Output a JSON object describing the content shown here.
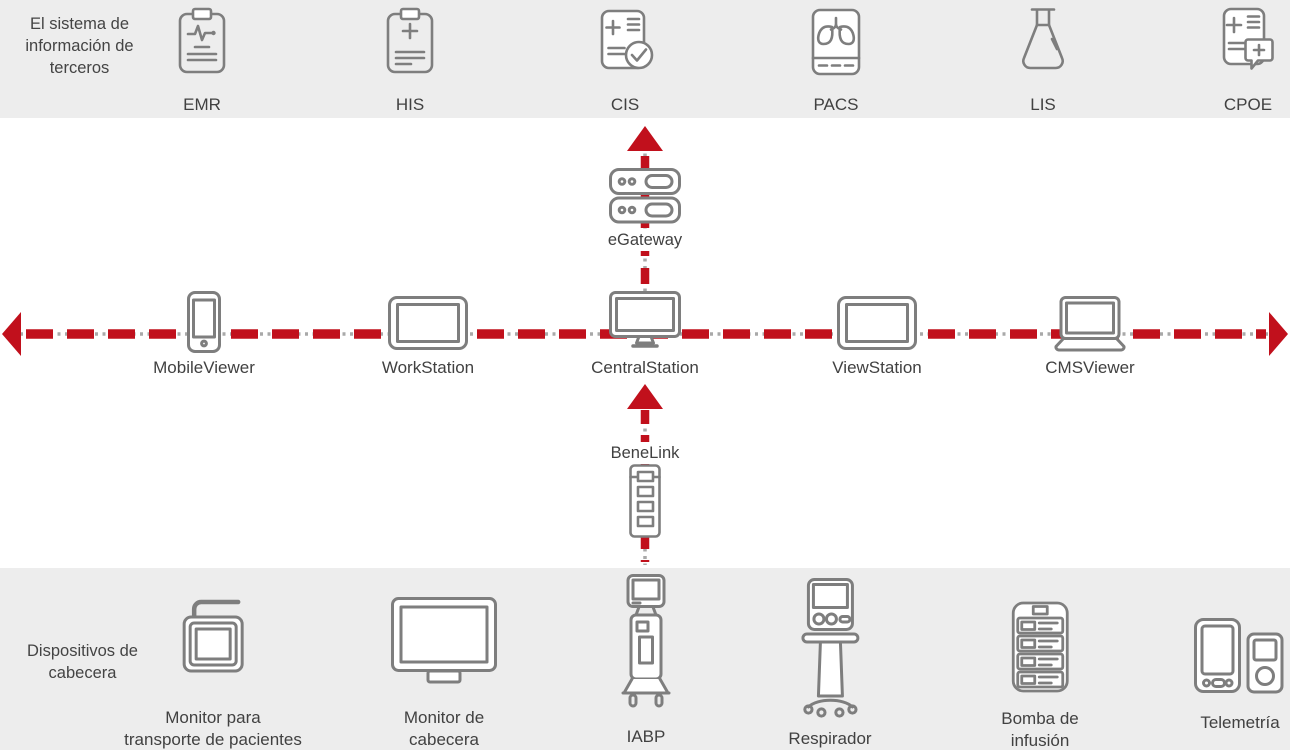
{
  "colors": {
    "band_background": "#ededed",
    "icon_stroke": "#7e7e7e",
    "accent_red": "#c1101c",
    "dot_gray": "#a9a9a9",
    "text": "#414141"
  },
  "top_band": {
    "title": "El sistema de\ninformación de\nterceros",
    "systems": [
      {
        "label": "EMR",
        "icon": "emr-clipboard-ecg-icon"
      },
      {
        "label": "HIS",
        "icon": "his-clipboard-plus-icon"
      },
      {
        "label": "CIS",
        "icon": "cis-document-check-icon"
      },
      {
        "label": "PACS",
        "icon": "pacs-lungs-scan-icon"
      },
      {
        "label": "LIS",
        "icon": "lis-flask-icon"
      },
      {
        "label": "CPOE",
        "icon": "cpoe-order-note-icon"
      }
    ]
  },
  "network": {
    "gateway": {
      "label": "eGateway",
      "icon": "server-stack-icon"
    },
    "benelink": {
      "label": "BeneLink",
      "icon": "module-rack-icon"
    },
    "stations": [
      {
        "label": "MobileViewer",
        "icon": "smartphone-icon"
      },
      {
        "label": "WorkStation",
        "icon": "tablet-icon"
      },
      {
        "label": "CentralStation",
        "icon": "desktop-monitor-icon"
      },
      {
        "label": "ViewStation",
        "icon": "tablet-icon"
      },
      {
        "label": "CMSViewer",
        "icon": "laptop-icon"
      }
    ]
  },
  "bottom_band": {
    "title": "Dispositivos de\ncabecera",
    "devices": [
      {
        "label": "Monitor para\ntransporte de pacientes",
        "icon": "transport-monitor-icon"
      },
      {
        "label": "Monitor de\ncabecera",
        "icon": "bedside-monitor-icon"
      },
      {
        "label": "IABP",
        "icon": "iabp-cart-icon"
      },
      {
        "label": "Respirador",
        "icon": "ventilator-icon"
      },
      {
        "label": "Bomba de\ninfusión",
        "icon": "infusion-pump-stack-icon"
      },
      {
        "label": "Telemetría",
        "icon": "telemetry-devices-icon"
      }
    ]
  }
}
